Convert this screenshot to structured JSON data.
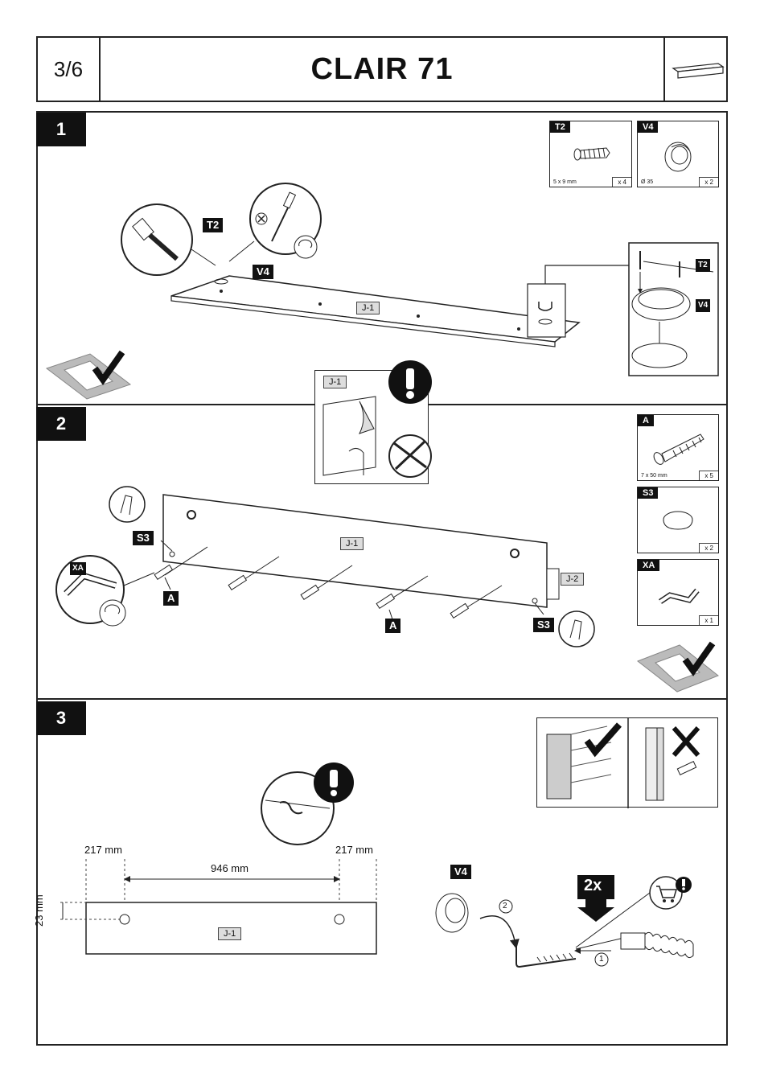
{
  "header": {
    "page": "3/6",
    "title": "CLAIR 71"
  },
  "steps": [
    {
      "number": "1"
    },
    {
      "number": "2"
    },
    {
      "number": "3"
    }
  ],
  "step1": {
    "parts": [
      {
        "code": "T2",
        "spec": "5 x 9 mm",
        "qty": "x 4"
      },
      {
        "code": "V4",
        "spec": "Ø 35",
        "qty": "x 2"
      }
    ],
    "labels": {
      "t2": "T2",
      "v4": "V4",
      "panel": "J-1",
      "detail_t2": "T2",
      "detail_v4": "V4"
    }
  },
  "warning_inset": {
    "panel": "J-1"
  },
  "step2": {
    "parts": [
      {
        "code": "A",
        "spec": "7 x 50 mm",
        "qty": "x 5"
      },
      {
        "code": "S3",
        "spec": "",
        "qty": "x 2"
      },
      {
        "code": "XA",
        "spec": "",
        "qty": "x 1"
      }
    ],
    "labels": {
      "s3_left": "S3",
      "s3_right": "S3",
      "a_left": "A",
      "a_right": "A",
      "panel": "J-1",
      "panel2": "J-2",
      "tool": "XA"
    }
  },
  "step3": {
    "dims": {
      "left": "217 mm",
      "right": "217 mm",
      "span": "946 mm",
      "height": "23 mm"
    },
    "labels": {
      "panel": "J-1",
      "v4": "V4",
      "repeat": "2x",
      "order_one": "1",
      "order_two": "2"
    }
  }
}
